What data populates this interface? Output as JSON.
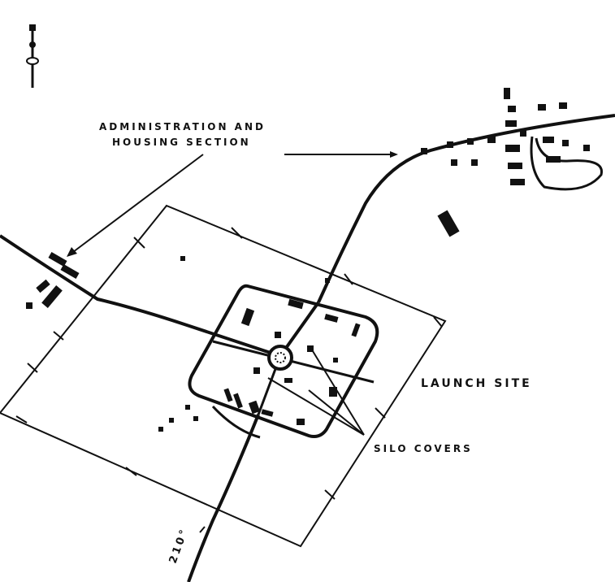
{
  "labels": {
    "admin_line1": "ADMINISTRATION AND",
    "admin_line2": "HOUSING SECTION",
    "launch_site": "LAUNCH SITE",
    "silo_covers": "SILO COVERS",
    "bearing": "210°"
  },
  "icons": {
    "north_arrow": "north-arrow-icon",
    "silo_center": "silo-cover-icon"
  },
  "colors": {
    "ink": "#111111",
    "paper": "#ffffff"
  }
}
